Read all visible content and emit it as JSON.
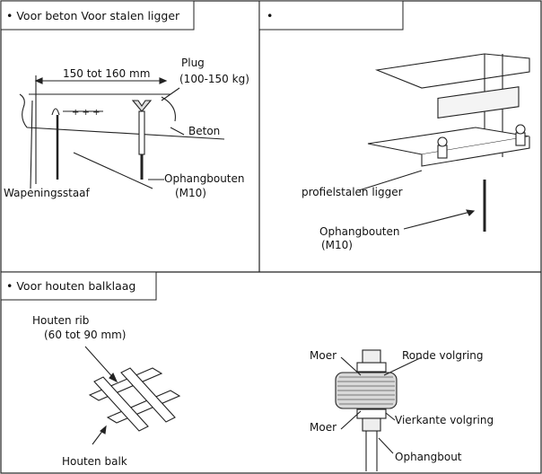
{
  "panels": {
    "concrete": {
      "header": "• Voor beton Voor stalen ligger",
      "dimension": "150 tot 160 mm",
      "plug_label": "Plug",
      "plug_weight": "(100-150 kg)",
      "beton_label": "Beton",
      "bolts_label": "Ophangbouten",
      "bolts_size": "(M10)",
      "rebar_label": "Wapeningsstaaf"
    },
    "steel": {
      "header": "•",
      "beam_label": "profielstalen ligger",
      "bolts_label": "Ophangbouten",
      "bolts_size": "(M10)"
    },
    "wood": {
      "header": "• Voor houten balklaag",
      "rib_label": "Houten rib",
      "rib_size": "(60 tot 90 mm)",
      "beam_label": "Houten balk"
    },
    "bolt_detail": {
      "nut_top": "Moer",
      "round_washer": "Ronde volgring",
      "nut_bottom": "Moer",
      "square_washer": "Vierkante volgring",
      "bolt": "Ophangbout"
    }
  }
}
